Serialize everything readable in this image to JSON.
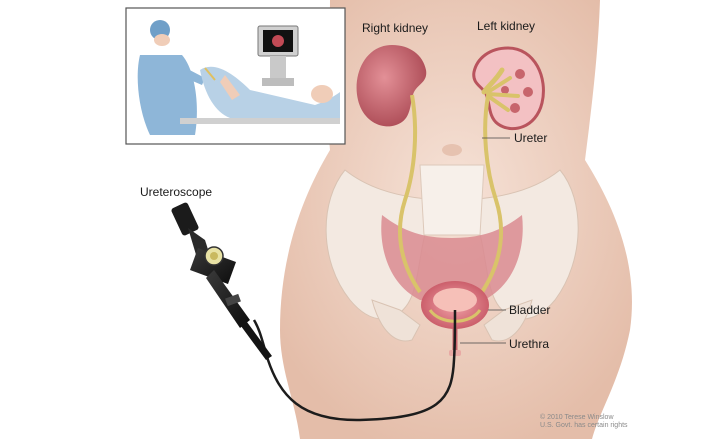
{
  "labels": {
    "right_kidney": "Right kidney",
    "left_kidney": "Left kidney",
    "ureter": "Ureter",
    "ureteroscope": "Ureteroscope",
    "bladder": "Bladder",
    "urethra": "Urethra"
  },
  "credit": {
    "line1": "© 2010 Terese Winslow",
    "line2": "U.S. Govt. has certain rights"
  },
  "colors": {
    "skin": "#f1d6c8",
    "skin_shadow": "#e2b9a6",
    "bone": "#f4ece6",
    "kidney": "#c7656c",
    "ureter": "#d9c36a",
    "bladder": "#d86a78",
    "scope": "#1c1c1c"
  }
}
